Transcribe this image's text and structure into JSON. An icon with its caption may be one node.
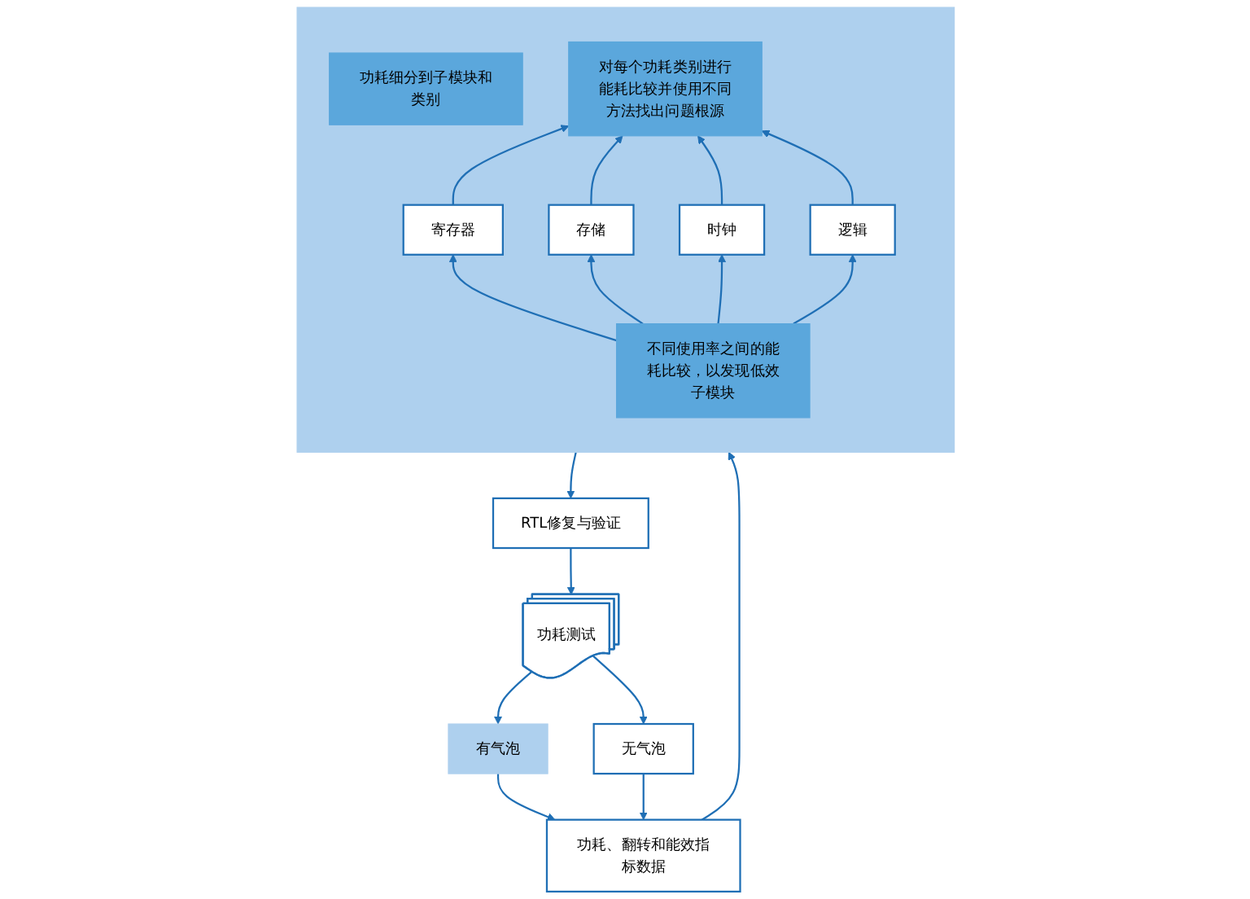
{
  "diagram": {
    "nodes": [
      {
        "text": [
          "功耗测试"
        ]
      },
      {
        "text": [
          "RTL修复与验证"
        ]
      },
      {
        "text": [
          "有气泡"
        ]
      },
      {
        "text": [
          "无气泡"
        ]
      },
      {
        "text": [
          "功耗、翻转和能效指标数据"
        ]
      },
      {
        "text": [],
        "shape": "box"
      },
      {
        "text": [
          "功耗细分到子模块和类别"
        ],
        "in": 5
      },
      {
        "text": [
          "对每个功耗类别进行能耗比较并使用不同方法找出问题根源"
        ],
        "in": 5
      },
      {
        "text": [
          "寄存器"
        ],
        "in": 5
      },
      {
        "text": [
          "存储"
        ],
        "in": 5
      },
      {
        "text": [
          "时钟"
        ],
        "in": 5
      },
      {
        "text": [
          "逻辑"
        ],
        "in": 5
      },
      {
        "text": [
          "不同使用率之间的能耗比较，以发现低效子模块"
        ],
        "in": 5
      }
    ],
    "edges": [
      {
        "from": 0,
        "to": 2,
        "arrow": "to"
      },
      {
        "from": 0,
        "to": 3,
        "arrow": "to"
      },
      {
        "from": 2,
        "to": 4,
        "arrow": "to"
      },
      {
        "from": 3,
        "to": 4,
        "arrow": "to"
      },
      {
        "from": 4,
        "to": 5,
        "arrow": "to"
      },
      {
        "from": 5,
        "to": 1,
        "arrow": "to"
      },
      {
        "from": 1,
        "to": 0,
        "arrow": "to"
      },
      {
        "from": 12,
        "to": 8,
        "arrow": "to"
      },
      {
        "from": 12,
        "to": 9,
        "arrow": "to"
      },
      {
        "from": 12,
        "to": 10,
        "arrow": "to"
      },
      {
        "from": 12,
        "to": 11,
        "arrow": "to"
      },
      {
        "from": 8,
        "to": 7,
        "arrow": "to"
      },
      {
        "from": 9,
        "to": 7,
        "arrow": "to"
      },
      {
        "from": 10,
        "to": 7,
        "arrow": "to"
      },
      {
        "from": 11,
        "to": 7,
        "arrow": "to"
      }
    ]
  }
}
